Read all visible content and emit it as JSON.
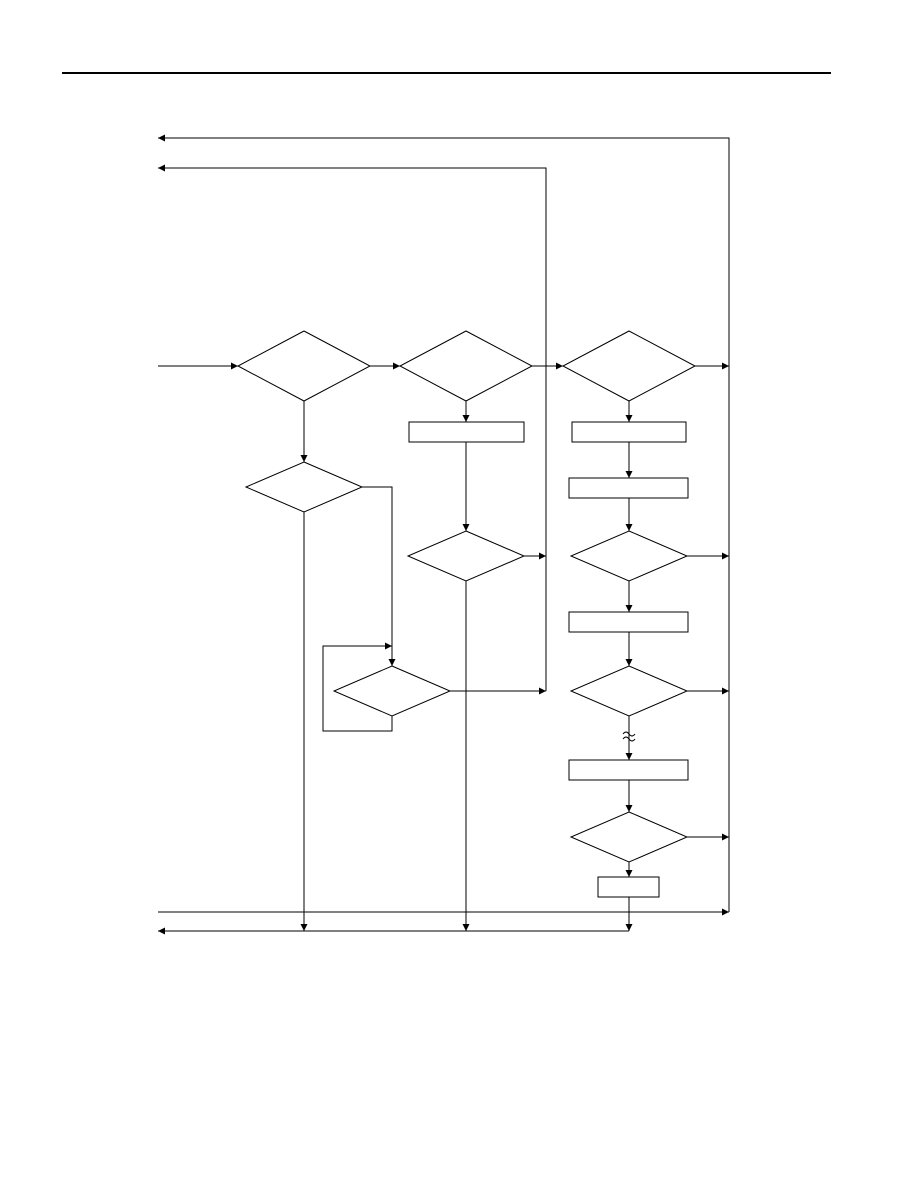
{
  "diagram": {
    "type": "flowchart",
    "colors": {
      "line": "#000000",
      "background": "#ffffff"
    },
    "nodes": [
      {
        "id": "d1",
        "shape": "decision",
        "label": ""
      },
      {
        "id": "d2",
        "shape": "decision",
        "label": ""
      },
      {
        "id": "d3",
        "shape": "decision",
        "label": ""
      },
      {
        "id": "d4",
        "shape": "decision",
        "label": ""
      },
      {
        "id": "d5",
        "shape": "decision",
        "label": ""
      },
      {
        "id": "d6",
        "shape": "decision",
        "label": ""
      },
      {
        "id": "d7",
        "shape": "decision",
        "label": ""
      },
      {
        "id": "d8",
        "shape": "decision",
        "label": ""
      },
      {
        "id": "d9",
        "shape": "decision",
        "label": ""
      },
      {
        "id": "p1",
        "shape": "process",
        "label": ""
      },
      {
        "id": "p2",
        "shape": "process",
        "label": ""
      },
      {
        "id": "p3",
        "shape": "process",
        "label": ""
      },
      {
        "id": "p4",
        "shape": "process",
        "label": ""
      },
      {
        "id": "p5",
        "shape": "process",
        "label": ""
      },
      {
        "id": "p6",
        "shape": "process",
        "label": ""
      }
    ],
    "connectors": [
      {
        "id": "entry",
        "from": "entry",
        "to": "d1"
      },
      {
        "id": "d1-d2",
        "from": "d1",
        "to": "d2"
      },
      {
        "id": "d1-d4",
        "from": "d1",
        "to": "d4"
      },
      {
        "id": "d4-d7",
        "from": "d4",
        "to": "d7"
      },
      {
        "id": "d7-loop",
        "from": "d7",
        "to": "d7"
      },
      {
        "id": "d7-right-bus",
        "from": "d7",
        "to": "right-bus"
      },
      {
        "id": "d2-d3",
        "from": "d2",
        "to": "d3"
      },
      {
        "id": "d2-p1",
        "from": "d2",
        "to": "p1"
      },
      {
        "id": "p1-d5",
        "from": "p1",
        "to": "d5"
      },
      {
        "id": "d5-right-bus",
        "from": "d5",
        "to": "right-bus"
      },
      {
        "id": "d3-far-right-bus",
        "from": "d3",
        "to": "far-right-bus"
      },
      {
        "id": "d3-p2",
        "from": "d3",
        "to": "p2"
      },
      {
        "id": "p2-p3",
        "from": "p2",
        "to": "p3"
      },
      {
        "id": "p3-d6",
        "from": "p3",
        "to": "d6"
      },
      {
        "id": "d6-p4",
        "from": "d6",
        "to": "p4"
      },
      {
        "id": "p4-d8",
        "from": "p4",
        "to": "d8"
      },
      {
        "id": "d8-p5",
        "from": "d8",
        "to": "p5",
        "break": true
      },
      {
        "id": "p5-d9",
        "from": "p5",
        "to": "d9"
      },
      {
        "id": "d9-p6",
        "from": "d9",
        "to": "p6"
      },
      {
        "id": "d6-far-right-bus",
        "from": "d6",
        "to": "far-right-bus"
      },
      {
        "id": "d8-far-right-bus",
        "from": "d8",
        "to": "far-right-bus"
      },
      {
        "id": "d9-far-right-bus",
        "from": "d9",
        "to": "far-right-bus"
      },
      {
        "id": "exit-top-1",
        "from": "far-right-bus",
        "to": "exit"
      },
      {
        "id": "exit-top-2",
        "from": "right-bus",
        "to": "exit"
      },
      {
        "id": "bottom-entry",
        "from": "entry",
        "to": "far-right-bus"
      },
      {
        "id": "bottom-exit",
        "from": "d4",
        "to": "exit"
      }
    ]
  }
}
